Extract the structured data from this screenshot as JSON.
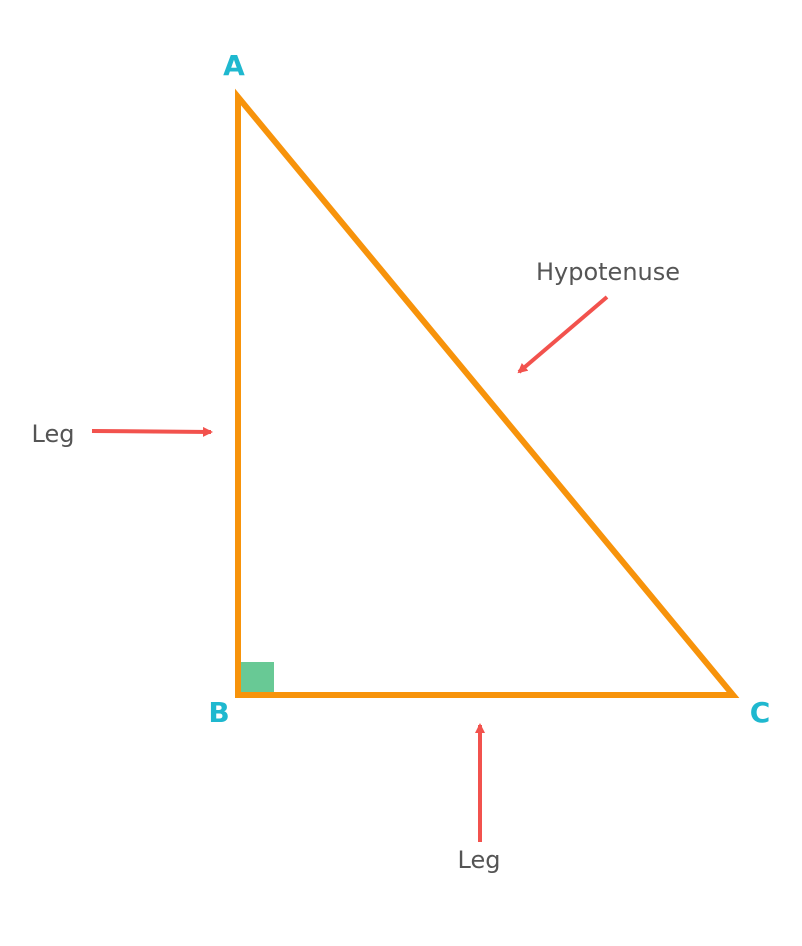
{
  "diagram": {
    "vertices": {
      "a": "A",
      "b": "B",
      "c": "C"
    },
    "labels": {
      "hypotenuse": "Hypotenuse",
      "leg_vertical": "Leg",
      "leg_horizontal": "Leg"
    },
    "colors": {
      "triangle": "#f7930b",
      "vertex_label": "#1fb8cf",
      "side_label": "#555555",
      "arrow": "#f2524d",
      "right_angle_marker": "#68c995",
      "background": "#ffffff"
    }
  }
}
